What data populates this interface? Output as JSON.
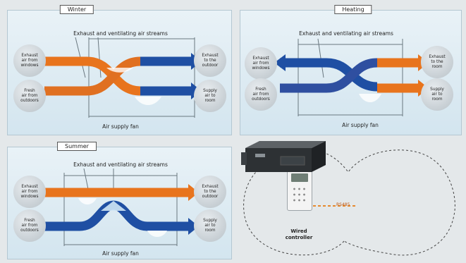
{
  "colors": {
    "panel_bg": "#dceaf2",
    "warm_flow": "#e8741d",
    "cold_flow": "#1f4fa3",
    "bubble": "#c5ccd1",
    "link_dashes": "#e58a2f"
  },
  "panels": {
    "winter": {
      "tag": "Winter",
      "top_caption": "Exhaust and ventilating air streams",
      "bottom_caption": "Air supply fan",
      "bubbles": {
        "top_left": "Exhaust\nair from\nwindows",
        "bottom_left": "Fresh\nair from\noutdoors",
        "top_right": "Exhaust\nto the\noutdoor",
        "bottom_right": "Supply\nair to\nroom"
      }
    },
    "heating": {
      "tag": "Heating",
      "top_caption": "Exhaust and ventilating air streams",
      "bottom_caption": "Air supply fan",
      "bubbles": {
        "top_left": "Exhaust\nair from\nwindows",
        "bottom_left": "Fresh\nair from\noutdoors",
        "top_right": "Exhaust\nto the\nroom",
        "bottom_right": "Supply\nair to\nroom"
      }
    },
    "summer": {
      "tag": "Summer",
      "top_caption": "Exhaust and ventilating air streams",
      "bottom_caption": "Air supply fan",
      "bubbles": {
        "top_left": "Exhaust\nair from\nwindows",
        "bottom_left": "Fresh\nair from\noutdoors",
        "top_right": "Exhaust\nto the\noutdoor",
        "bottom_right": "Supply\nair to\nroom"
      }
    }
  },
  "controller": {
    "label": "Wired\ncontroller",
    "link_label": "RS485"
  }
}
